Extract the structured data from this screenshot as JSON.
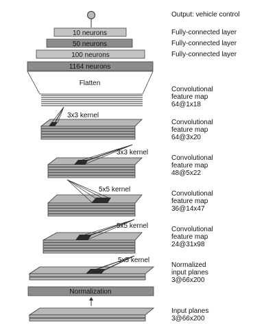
{
  "layer_labels": {
    "output": "Output: vehicle control",
    "fc10": "Fully-connected layer",
    "fc50": "Fully-connected layer",
    "fc100": "Fully-connected layer",
    "conv5": [
      "Convolutional",
      "feature map",
      "64@1x18"
    ],
    "conv4": [
      "Convolutional",
      "feature map",
      "64@3x20"
    ],
    "conv3": [
      "Convolutional",
      "feature map",
      "48@5x22"
    ],
    "conv2": [
      "Convolutional",
      "feature map",
      "36@14x47"
    ],
    "conv1": [
      "Convolutional",
      "feature map",
      "24@31x98"
    ],
    "normalized": [
      "Normalized",
      "input planes",
      "3@66x200"
    ],
    "input": [
      "Input planes",
      "3@66x200"
    ]
  },
  "bars": {
    "fc10": "10 neurons",
    "fc50": "50 neurons",
    "fc100": "100 neurons",
    "fc1164": "1164 neurons",
    "flatten": "Flatten",
    "normalization": "Normalization"
  },
  "kernels": {
    "k4": "3x3 kernel",
    "k3": "3x3 kernel",
    "k2": "5x5 kernel",
    "k1": "5x5 kernel",
    "k0": "5x5 kernel"
  },
  "colors": {
    "bar_dark": "#8c8c8c",
    "bar_light": "#c4c4c4",
    "plane_fill": "#b8b8b8",
    "kernel_fill": "#2a2a2a",
    "stroke": "#333333"
  }
}
